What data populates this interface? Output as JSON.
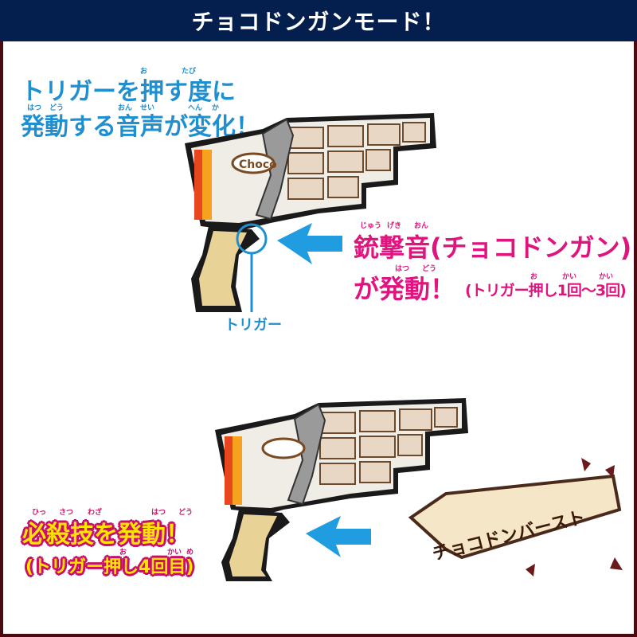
{
  "header": {
    "title": "チョコドンガンモード！"
  },
  "section1": {
    "line1": "トリガーを押す度に",
    "line1_ruby": [
      "お",
      "たび"
    ],
    "line2": "発動する音声が変化！",
    "line2_ruby": [
      "はつ",
      "どう",
      "おん",
      "せい",
      "へん",
      "か"
    ],
    "trigger_label": "トリガー"
  },
  "section2": {
    "line1": "銃撃音(チョコドンガン)",
    "line1_ruby": [
      "じゅう",
      "げき",
      "おん"
    ],
    "line2": "が発動！",
    "line2_ruby": [
      "はつ",
      "どう"
    ],
    "line2_note": "(トリガー押し1回〜3回)",
    "note_ruby": [
      "お",
      "かい",
      "かい"
    ]
  },
  "section3": {
    "line1": "必殺技を発動！",
    "line1_ruby": [
      "ひっ",
      "さつ",
      "わざ",
      "はつ",
      "どう"
    ],
    "line2": "(トリガー押し4回目)",
    "line2_ruby": [
      "お",
      "かい",
      "め"
    ],
    "burst_label": "チョコドンバースト"
  },
  "logo_text": "Choco",
  "colors": {
    "header": "#041e4e",
    "blue": "#1f8fd0",
    "pink": "#e0147e",
    "yellow": "#ffe400"
  }
}
